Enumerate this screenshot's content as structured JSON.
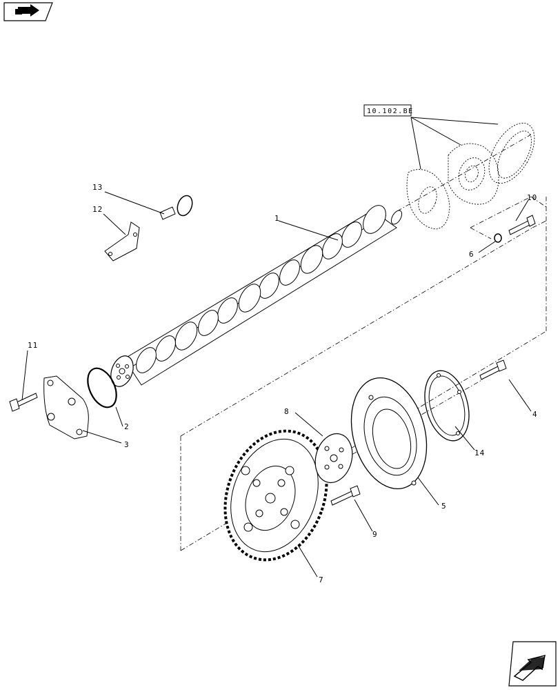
{
  "diagram": {
    "reference_label": "10.102.BE",
    "callouts": [
      "1",
      "2",
      "3",
      "4",
      "5",
      "6",
      "7",
      "8",
      "9",
      "10",
      "11",
      "12",
      "13",
      "14"
    ]
  },
  "nav": {
    "prev_icon": "back-arrow-icon",
    "next_icon": "forward-arrow-icon"
  }
}
